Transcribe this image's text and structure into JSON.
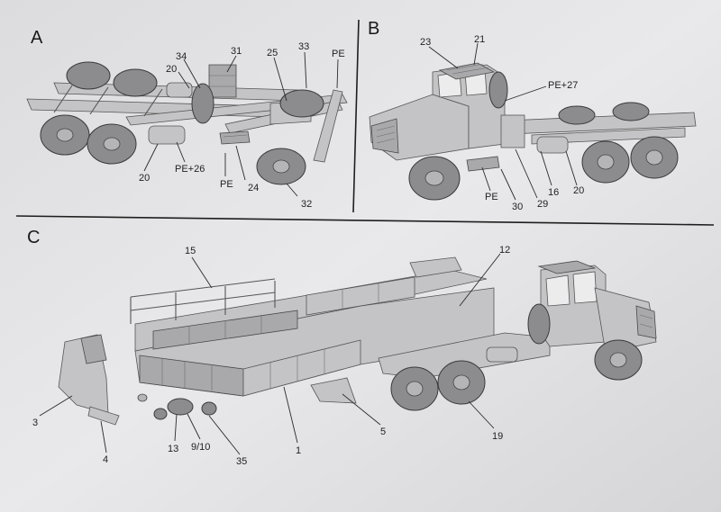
{
  "panels": {
    "A": {
      "letter": "A",
      "callouts": [
        "34",
        "20",
        "31",
        "25",
        "33",
        "PE",
        "20",
        "PE+26",
        "PE",
        "24",
        "32"
      ]
    },
    "B": {
      "letter": "B",
      "callouts": [
        "23",
        "21",
        "PE+27",
        "PE",
        "30",
        "29",
        "16",
        "20"
      ]
    },
    "C": {
      "letter": "C",
      "callouts": [
        "15",
        "12",
        "3",
        "4",
        "13",
        "9/10",
        "35",
        "1",
        "5",
        "19"
      ]
    }
  }
}
